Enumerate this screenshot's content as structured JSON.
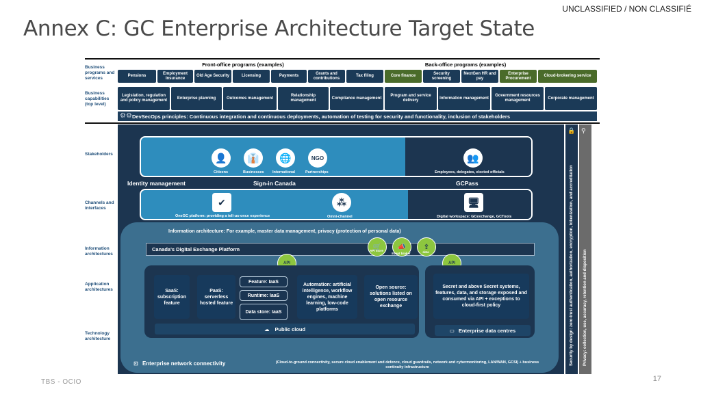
{
  "classification": "UNCLASSIFIED / NON CLASSIFIÉ",
  "title": "Annex C: GC Enterprise Architecture Target State",
  "footer": "TBS - OCIO",
  "page_number": "17",
  "row_labels": {
    "business_programs": "Business programs and services",
    "business_capabilities": "Business capabilities (top level)",
    "stakeholders": "Stakeholders",
    "channels": "Channels and interfaces",
    "information": "Information architectures",
    "application": "Application architectures",
    "technology": "Technology architecture"
  },
  "headers": {
    "front_office": "Front-office programs (examples)",
    "back_office": "Back-office programs (examples)"
  },
  "programs": [
    "Pensions",
    "Employment Insurance",
    "Old Age Security",
    "Licensing",
    "Payments",
    "Grants and contributions",
    "Tax filing",
    "Core finance",
    "Security screening",
    "NextGen HR and pay",
    "Enterprise Procurement",
    "Cloud-brokering service"
  ],
  "capabilities": [
    "Legislation, regulation and policy management",
    "Enterprise planning",
    "Outcomes management",
    "Relationship management",
    "Compliance management",
    "Program and service delivery",
    "Information management",
    "Government resources management",
    "Corporate management"
  ],
  "devsecops": "DevSecOps principles: Continuous integration and continuous deployments, automation of testing for security and functionality, inclusion of stakeholders",
  "stakeholders": {
    "icons": [
      "Citizens",
      "Businesses",
      "International",
      "Partnerships"
    ],
    "ngo": "NGO",
    "employees": "Employees, delegates, elected officials"
  },
  "identity": {
    "label": "Identity management",
    "signin": "Sign-in Canada",
    "gcpass": "GCPass"
  },
  "channels": {
    "onegc": "OneGC platform: providing a tell-us-once experience",
    "omni": "Omni-channel",
    "digital": "Digital workspace: GCexchange, GCTools"
  },
  "information": {
    "label": "Information architecture: For example, master data management, privacy (protection of personal data)",
    "platform": "Canada's Digital Exchange Platform",
    "api_store": "API store",
    "event_broker": "Event broker",
    "data": "data",
    "api": "API"
  },
  "application": {
    "saas": "SaaS: subscription feature",
    "paas": "PaaS: serverless hosted feature",
    "feature_iaas": "Feature: IaaS",
    "runtime_iaas": "Runtime: IaaS",
    "datastore_iaas": "Data store: IaaS",
    "automation": "Automation: artificial intelligence, workflow engines, machine learning, low-code platforms",
    "open_source": "Open source: solutions listed on open resource exchange",
    "secret": "Secret and above Secret systems, features, data, and storage exposed and consumed via API + exceptions to cloud-first policy"
  },
  "technology": {
    "public_cloud": "Public cloud",
    "enterprise_dc": "Enterprise data centres",
    "network": "Enterprise network connectivity",
    "network_note": "(Cloud-to-ground connectivity, secure cloud enablement and defence, cloud guardrails, network and cybermonitoring, LAN/WAN, GCSI) + business continuity infrastructure"
  },
  "vertical": {
    "security": "Security by design: zero-trust authentication, authorization, encryption, tokenization, and accreditation",
    "privacy": "Privacy: collection, use, accuracy, retention and disposition"
  },
  "colors": {
    "navy": "#1c3550",
    "blue": "#2e8dbd",
    "green": "#4a6b2a",
    "lime": "#8dc63f"
  }
}
